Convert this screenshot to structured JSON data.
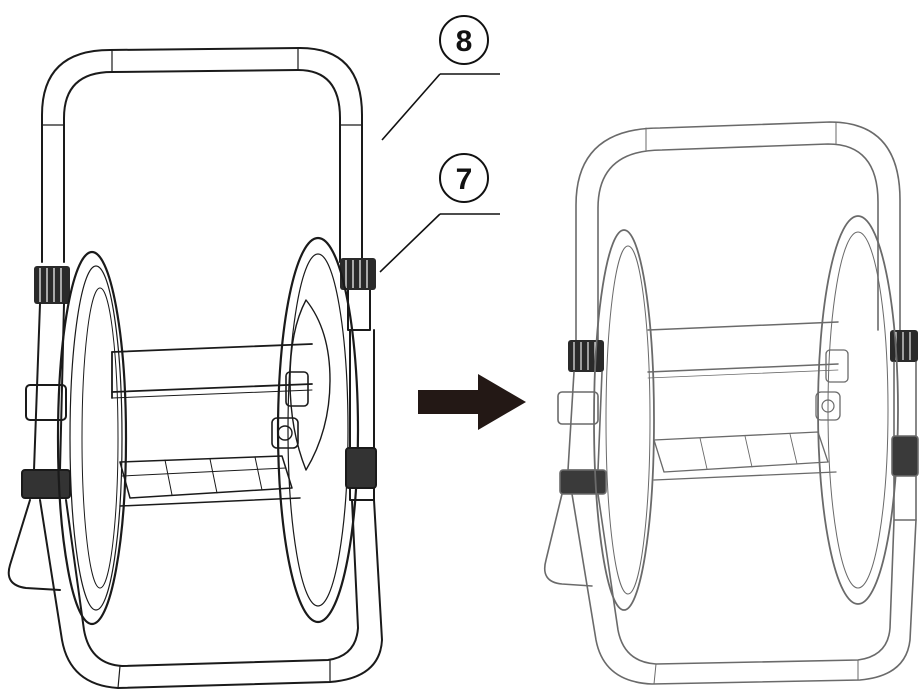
{
  "callouts": [
    {
      "number": "8",
      "part": "handle"
    },
    {
      "number": "7",
      "part": "handle-sleeve"
    }
  ],
  "colors": {
    "line": "#1a1a1a",
    "faded_line": "#6a6a6a",
    "arrow": "#231815",
    "collar": "#2a2a2a",
    "background": "#ffffff"
  },
  "icons": {
    "step_arrow": "right-arrow-icon"
  }
}
